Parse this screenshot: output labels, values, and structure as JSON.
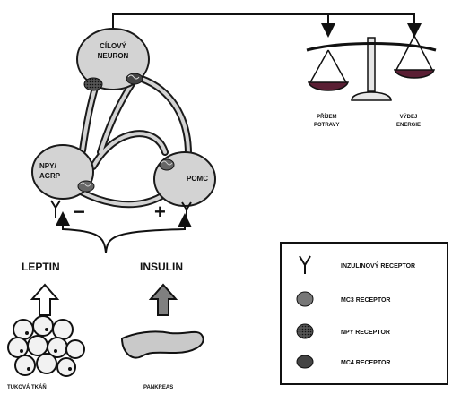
{
  "neurons": {
    "target": [
      "CÍLOVÝ",
      "NEURON"
    ],
    "npy": [
      "NPY/",
      "AGRP"
    ],
    "pomc": "POMC"
  },
  "signs": {
    "minus": "−",
    "plus": "+"
  },
  "hormones": {
    "leptin": "LEPTIN",
    "insulin": "INSULIN"
  },
  "sources": {
    "fat": "TUKOVÁ TKÁŇ",
    "pancreas": "PANKREAS"
  },
  "balance": {
    "left": [
      "PŘÍJEM",
      "POTRAVY"
    ],
    "right": [
      "VÝDEJ",
      "ENERGIE"
    ]
  },
  "legend": {
    "insulin_receptor": "INZULINOVÝ RECEPTOR",
    "mc3_receptor": "MC3 RECEPTOR",
    "npy_receptor": "NPY RECEPTOR",
    "mc4_receptor": "MC4 RECEPTOR"
  },
  "colors": {
    "neuron_fill": "#d3d3d3",
    "outline": "#1a1a1a",
    "pan_fill": "#5a1f34",
    "arrow_fill": "#808080"
  }
}
